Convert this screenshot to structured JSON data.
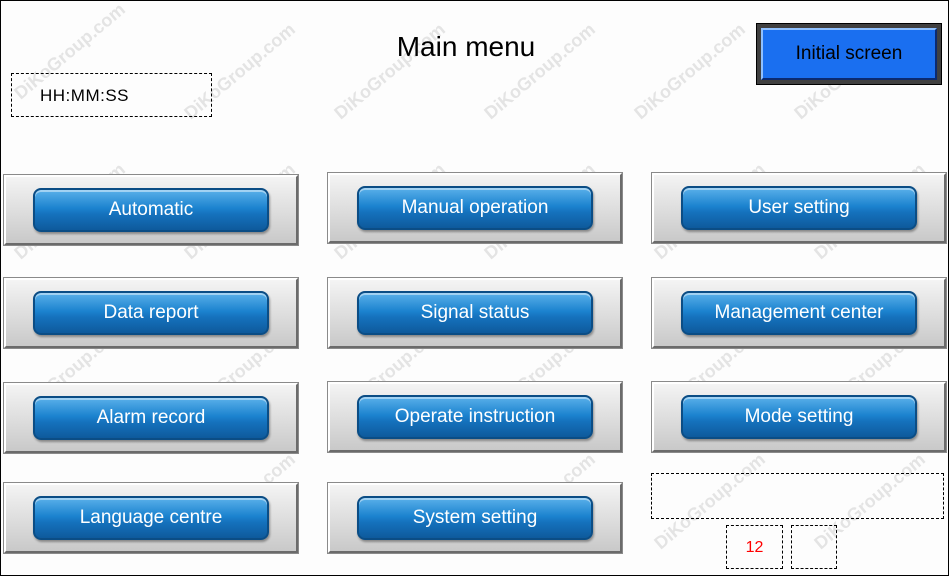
{
  "header": {
    "title": "Main menu",
    "time_display": "HH:MM:SS",
    "initial_screen_label": "Initial screen"
  },
  "menu": {
    "automatic": "Automatic",
    "manual_operation": "Manual operation",
    "user_setting": "User setting",
    "data_report": "Data report",
    "signal_status": "Signal status",
    "management_center": "Management center",
    "alarm_record": "Alarm record",
    "operate_instruction": "Operate instruction",
    "mode_setting": "Mode setting",
    "language_centre": "Language centre",
    "system_setting": "System setting"
  },
  "footer": {
    "page_number": "12"
  },
  "watermark_text": "DiKoGroup.com",
  "colors": {
    "initial_button": "#1a6ff0",
    "menu_pill": "#1c83cf",
    "page_number": "#ff0000"
  }
}
